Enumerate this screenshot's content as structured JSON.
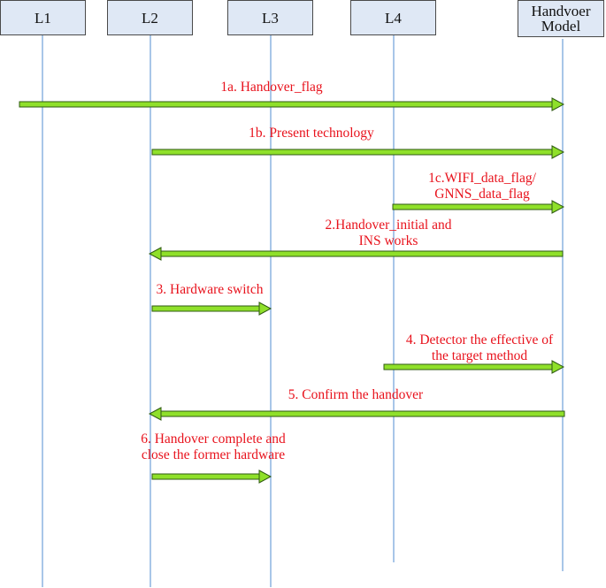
{
  "lifelines": [
    {
      "id": "l1",
      "label": "L1"
    },
    {
      "id": "l2",
      "label": "L2"
    },
    {
      "id": "l3",
      "label": "L3"
    },
    {
      "id": "l4",
      "label": "L4"
    },
    {
      "id": "model",
      "label_line1": "Handvoer",
      "label_line2": "Model"
    }
  ],
  "messages": [
    {
      "id": "m1a",
      "lines": [
        "1a. Handover_flag"
      ],
      "from": "left-edge",
      "to": "model"
    },
    {
      "id": "m1b",
      "lines": [
        "1b. Present technology"
      ],
      "from": "l2",
      "to": "model"
    },
    {
      "id": "m1c",
      "lines": [
        "1c.WIFI_data_flag/",
        "GNNS_data_flag"
      ],
      "from": "l4",
      "to": "model"
    },
    {
      "id": "m2",
      "lines": [
        "2.Handover_initial and",
        "INS works"
      ],
      "from": "model",
      "to": "l2"
    },
    {
      "id": "m3",
      "lines": [
        "3. Hardware switch"
      ],
      "from": "l2",
      "to": "l3"
    },
    {
      "id": "m4",
      "lines": [
        "4. Detector the effective of",
        "the target method"
      ],
      "from": "l4",
      "to": "model"
    },
    {
      "id": "m5",
      "lines": [
        "5. Confirm the handover"
      ],
      "from": "model",
      "to": "l2"
    },
    {
      "id": "m6",
      "lines": [
        "6. Handover complete and",
        "close the former hardware"
      ],
      "from": "l2",
      "to": "l3"
    }
  ],
  "colors": {
    "arrow_fill": "#8fe02a",
    "arrow_stroke": "#2f5a12",
    "label": "#e8121c",
    "box_fill": "#dfe8f5",
    "lifeline": "#6fa0d8"
  }
}
